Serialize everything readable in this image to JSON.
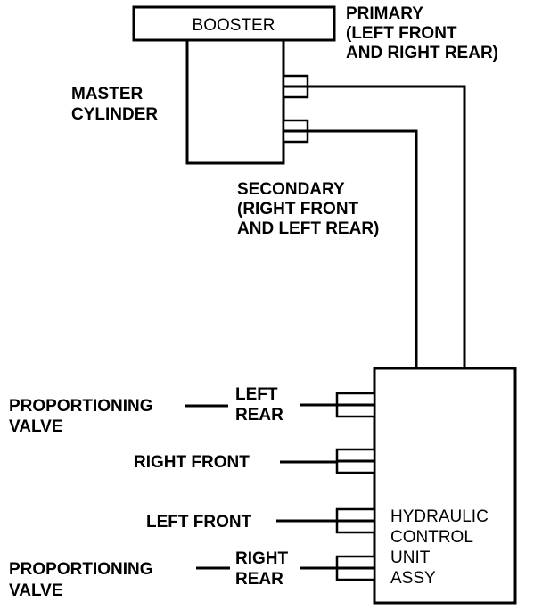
{
  "booster": {
    "label": "BOOSTER"
  },
  "master_cylinder": {
    "line1": "MASTER",
    "line2": "CYLINDER"
  },
  "primary": {
    "line1": "PRIMARY",
    "line2": "(LEFT FRONT",
    "line3": "AND RIGHT REAR)"
  },
  "secondary": {
    "line1": "SECONDARY",
    "line2": "(RIGHT FRONT",
    "line3": "AND LEFT REAR)"
  },
  "hcu": {
    "line1": "HYDRAULIC",
    "line2": "CONTROL",
    "line3": "UNIT",
    "line4": "ASSY"
  },
  "outlets": {
    "left_rear": {
      "line1": "LEFT",
      "line2": "REAR"
    },
    "right_front": "RIGHT FRONT",
    "left_front": "LEFT FRONT",
    "right_rear": {
      "line1": "RIGHT",
      "line2": "REAR"
    }
  },
  "proportioning_valve_top": {
    "line1": "PROPORTIONING",
    "line2": "VALVE"
  },
  "proportioning_valve_bottom": {
    "line1": "PROPORTIONING",
    "line2": "VALVE"
  }
}
